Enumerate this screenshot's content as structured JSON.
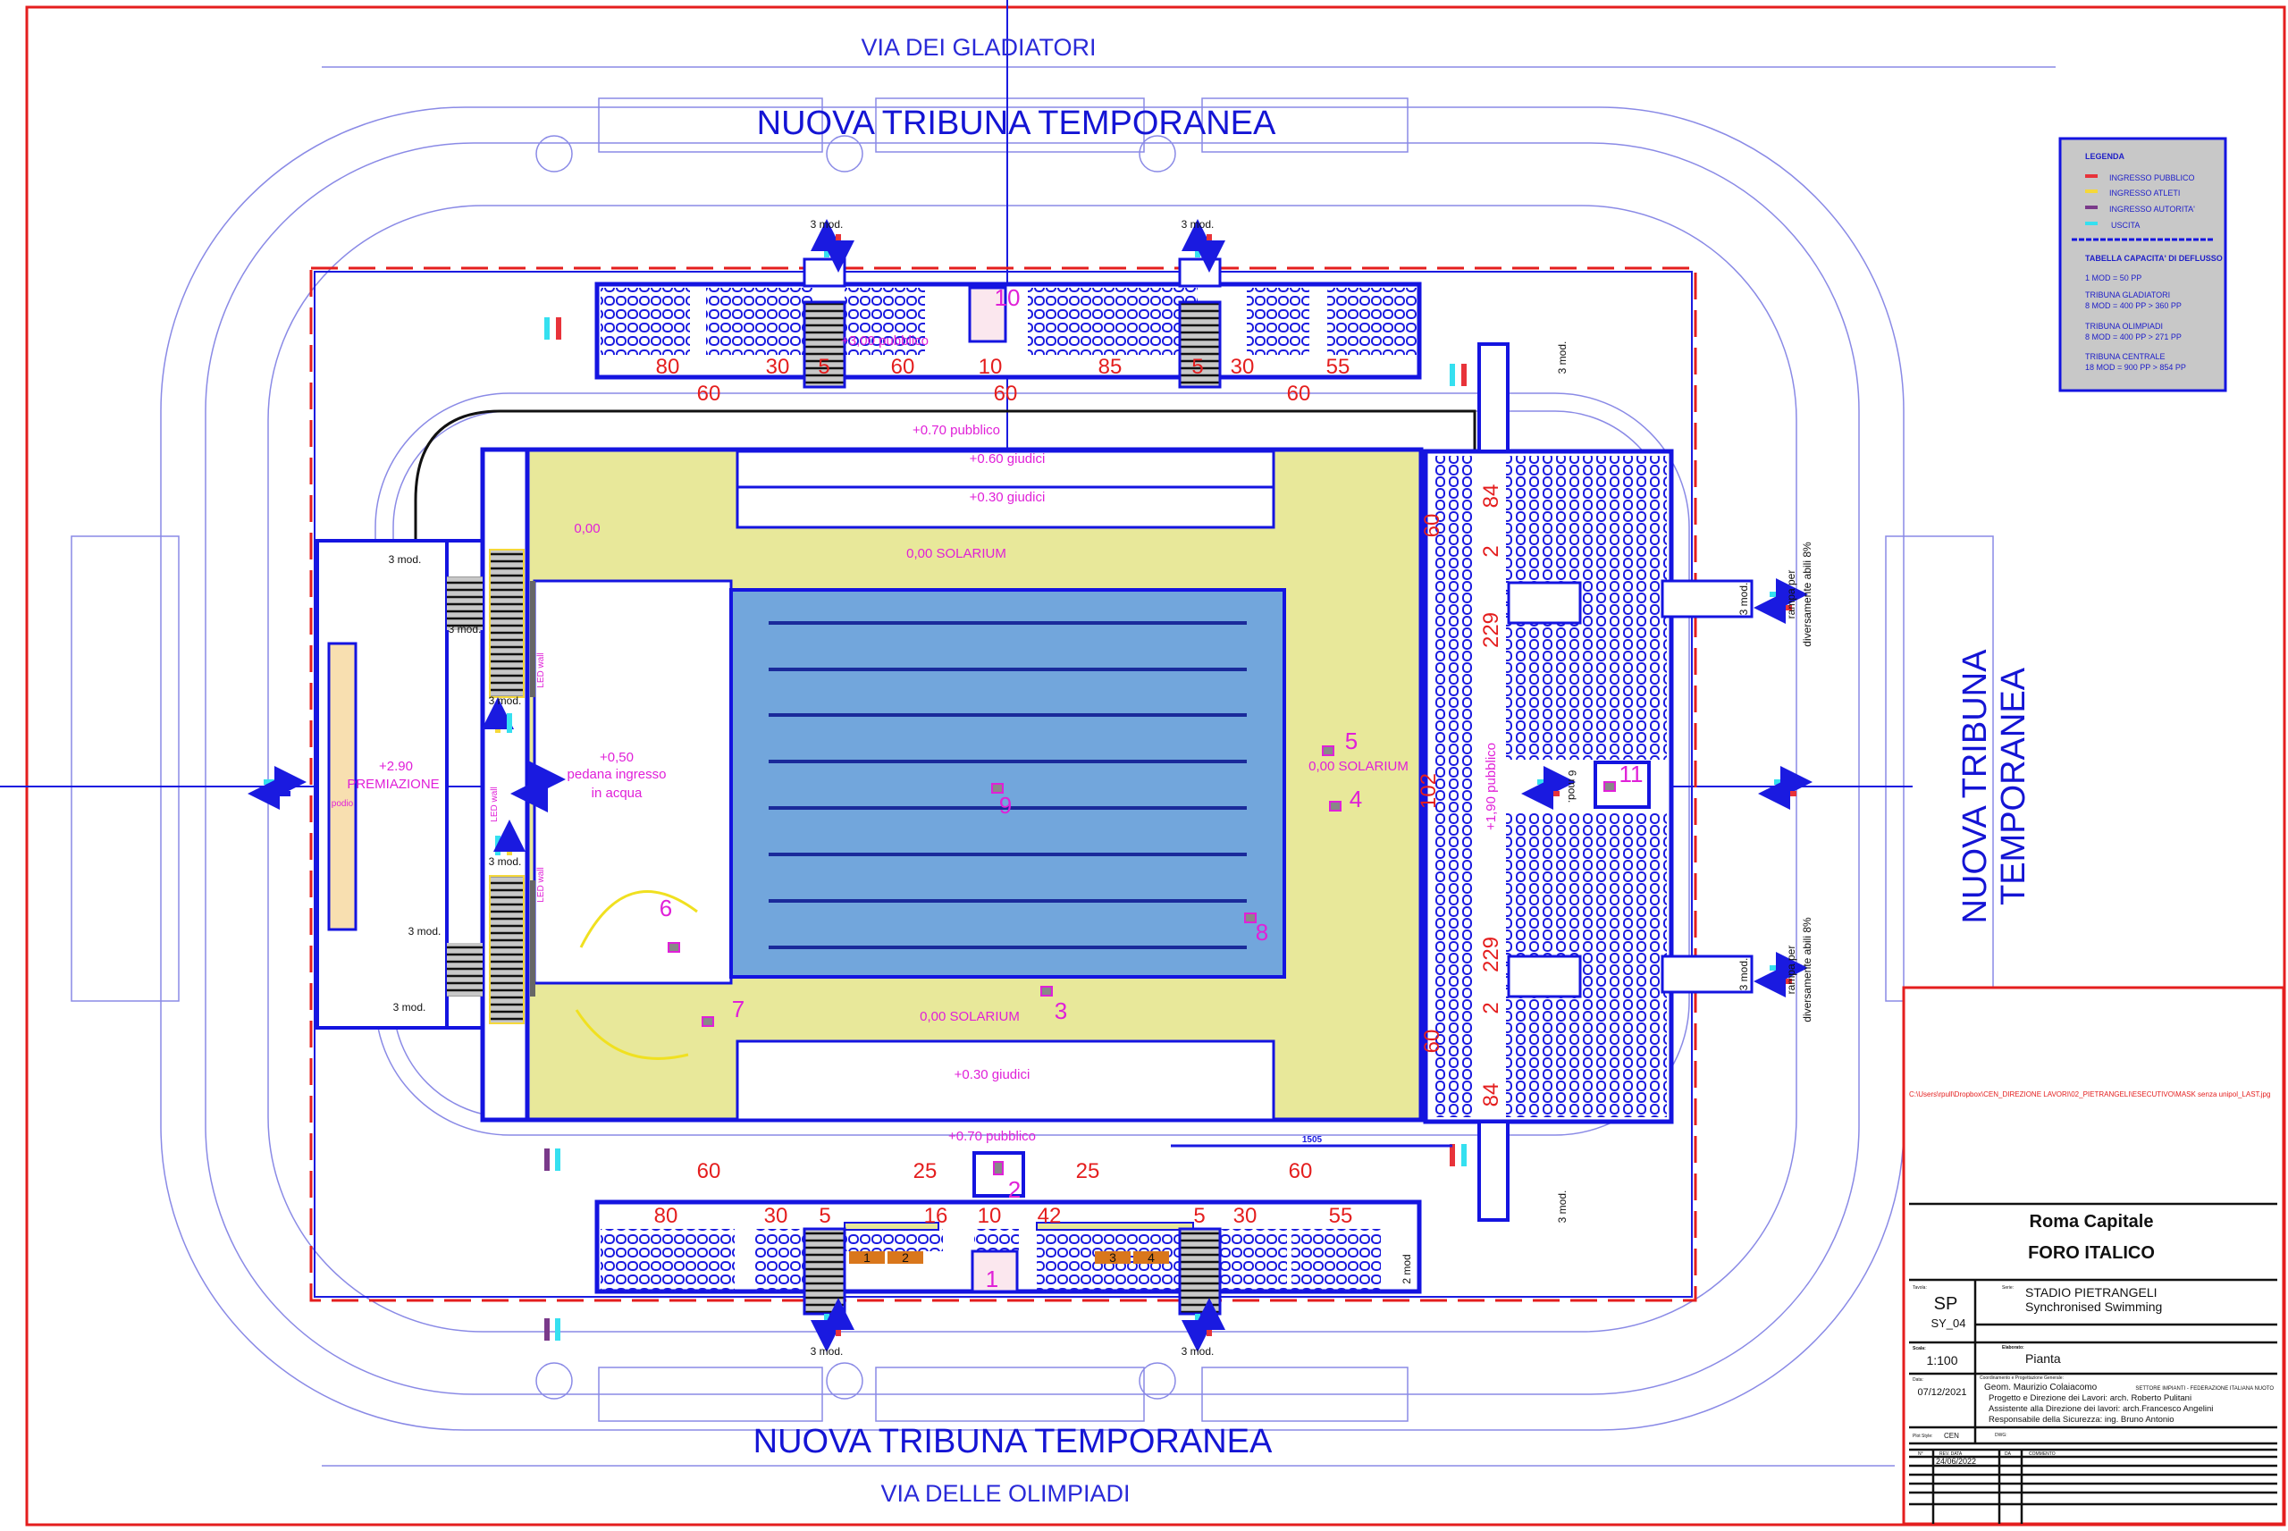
{
  "streets": {
    "top": "VIA DEI GLADIATORI",
    "bottom": "VIA DELLE OLIMPIADI"
  },
  "tribunes": {
    "top": "NUOVA TRIBUNA TEMPORANEA",
    "bottom": "NUOVA TRIBUNA TEMPORANEA",
    "right_line1": "NUOVA TRIBUNA",
    "right_line2": "TEMPORANEA"
  },
  "legend": {
    "title": "LEGENDA",
    "items": [
      {
        "label": "INGRESSO PUBBLICO",
        "color": "#e8333a"
      },
      {
        "label": "INGRESSO ATLETI",
        "color": "#f5d83a"
      },
      {
        "label": "INGRESSO AUTORITA'",
        "color": "#7a3a8a"
      },
      {
        "label": "USCITA",
        "color": "#35e0f0"
      }
    ],
    "table_title": "TABELLA CAPACITA' DI DEFLUSSO",
    "rows": [
      "1 MOD = 50 PP",
      "TRIBUNA GLADIATORI",
      "8 MOD = 400 PP > 360 PP",
      "TRIBUNA OLIMPIADI",
      "8 MOD = 400 PP > 271 PP",
      "TRIBUNA CENTRALE",
      "18 MOD = 900 PP > 854 PP"
    ]
  },
  "title_block": {
    "file_path": "C:\\Users\\rpull\\Dropbox\\CEN_DIREZIONE LAVORI\\02_PIETRANGELI\\ESECUTIVO\\MASK senza   unipol_LAST.jpg",
    "client": "Roma Capitale",
    "site": "FORO ITALICO",
    "tavola_label": "Tavola:",
    "tavola_code": "SP",
    "tavola_num": "SY_04",
    "serie_label": "Serie:",
    "serie_line1": "STADIO PIETRANGELI",
    "serie_line2": "Synchronised Swimming",
    "scala_label": "Scala:",
    "scala": "1:100",
    "elaborato_label": "Elaborato:",
    "elaborato": "Pianta",
    "data_label": "Data:",
    "data": "07/12/2021",
    "coord_label": "Coordinamento e Progettazione Generale:",
    "credits": [
      "Geom. Maurizio Colaiacomo",
      "Progetto e Direzione dei Lavori: arch. Roberto Pulitani",
      "Assistente alla Direzione dei lavori: arch.Francesco Angelini",
      "Responsabile della Sicurezza: ing. Bruno Antonio"
    ],
    "org": "SETTORE IMPIANTI - FEDERAZIONE ITALIANA NUOTO",
    "plot_label": "Plot Style:",
    "plot": "CEN",
    "dwg_label": "DWG:",
    "rev_headers": [
      "N°",
      "REV. DATA",
      "DA",
      "COMMENTO"
    ],
    "rev_date": "24/06/2022"
  },
  "top_stand": {
    "sector_counts": [
      "80",
      "30",
      "5",
      "60",
      "10",
      "85",
      "5",
      "30",
      "55"
    ],
    "walkway_counts": [
      "60",
      "60",
      "60"
    ],
    "level": "+3,00 pubblico",
    "mods": [
      "3 mod.",
      "3 mod."
    ]
  },
  "bottom_stand": {
    "sector_counts": [
      "80",
      "30",
      "5",
      "16",
      "10",
      "42",
      "5",
      "30",
      "55"
    ],
    "walkway_counts": [
      "60",
      "25",
      "25",
      "60"
    ],
    "mods": [
      "3 mod.",
      "3 mod.",
      "2 mod"
    ],
    "boxes": [
      "1",
      "2",
      "3",
      "4"
    ],
    "dimension": "1505"
  },
  "right_stand": {
    "counts": [
      "84",
      "60",
      "2",
      "229",
      "102",
      "229",
      "2",
      "60",
      "84"
    ],
    "level": "+1,90 pubblico",
    "mods": [
      "3 mod.",
      "3 mod.",
      "3 mod.",
      "6 mod.",
      "3 mod."
    ],
    "ramp": [
      "rampa per",
      "diversamente abili 8%"
    ]
  },
  "left_area": {
    "mods": [
      "3 mod.",
      "3 mod.",
      "3 mod.",
      "3 mod.",
      "3 mod.",
      "3 mod."
    ],
    "premiazione_level": "+2.90",
    "premiazione": "PREMIAZIONE",
    "podio": "podio",
    "led_wall": "LED wall",
    "pedana_level": "+0,50",
    "pedana_line1": "pedana ingresso",
    "pedana_line2": "in acqua"
  },
  "levels": {
    "pubblico_top": "+0.70 pubblico",
    "giudici_060": "+0.60 giudici",
    "giudici_030_top": "+0.30 giudici",
    "solarium_top": "0,00 SOLARIUM",
    "zero": "0,00",
    "solarium_right": "0,00  SOLARIUM",
    "solarium_bottom": "0,00  SOLARIUM",
    "giudici_030_bottom": "+0.30 giudici",
    "pubblico_bottom": "+0.70 pubblico"
  },
  "cameras": [
    "1",
    "2",
    "3",
    "4",
    "5",
    "6",
    "7",
    "8",
    "9",
    "10",
    "11"
  ],
  "colors": {
    "pool": "#72a6dc",
    "deck": "#e8e89a",
    "walls": "#1414e0",
    "counts": "#e41e1e",
    "levels": "#e020d8"
  }
}
